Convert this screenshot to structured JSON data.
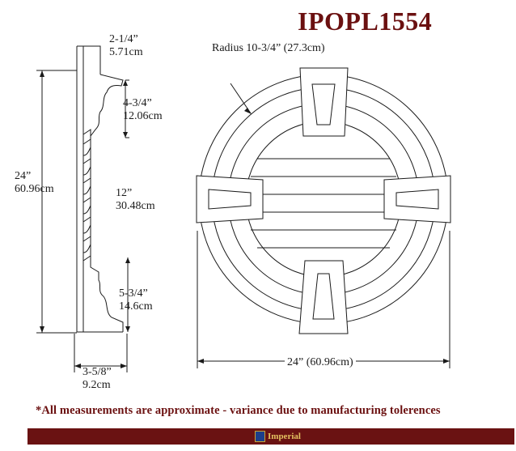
{
  "title": "IPOPL1554",
  "profile": {
    "top_width": {
      "imperial": "2-1/4”",
      "metric": "5.71cm"
    },
    "top_trim": {
      "imperial": "4-3/4”",
      "metric": "12.06cm"
    },
    "total_height": {
      "imperial": "24”",
      "metric": "60.96cm"
    },
    "louver_height": {
      "imperial": "12”",
      "metric": "30.48cm"
    },
    "bottom_trim": {
      "imperial": "5-3/4”",
      "metric": "14.6cm"
    },
    "depth": {
      "imperial": "3-5/8”",
      "metric": "9.2cm"
    }
  },
  "front": {
    "radius_label": "Radius 10-3/4” (27.3cm)",
    "width_label": "24” (60.96cm)"
  },
  "note": "*All measurements are approximate - variance due to manufacturing tolerences",
  "footer": {
    "brand": "Imperial"
  },
  "colors": {
    "title": "#6b1010",
    "footer_bar": "#6a1212",
    "brand_text": "#e3c060",
    "line": "#1a1a1a"
  }
}
